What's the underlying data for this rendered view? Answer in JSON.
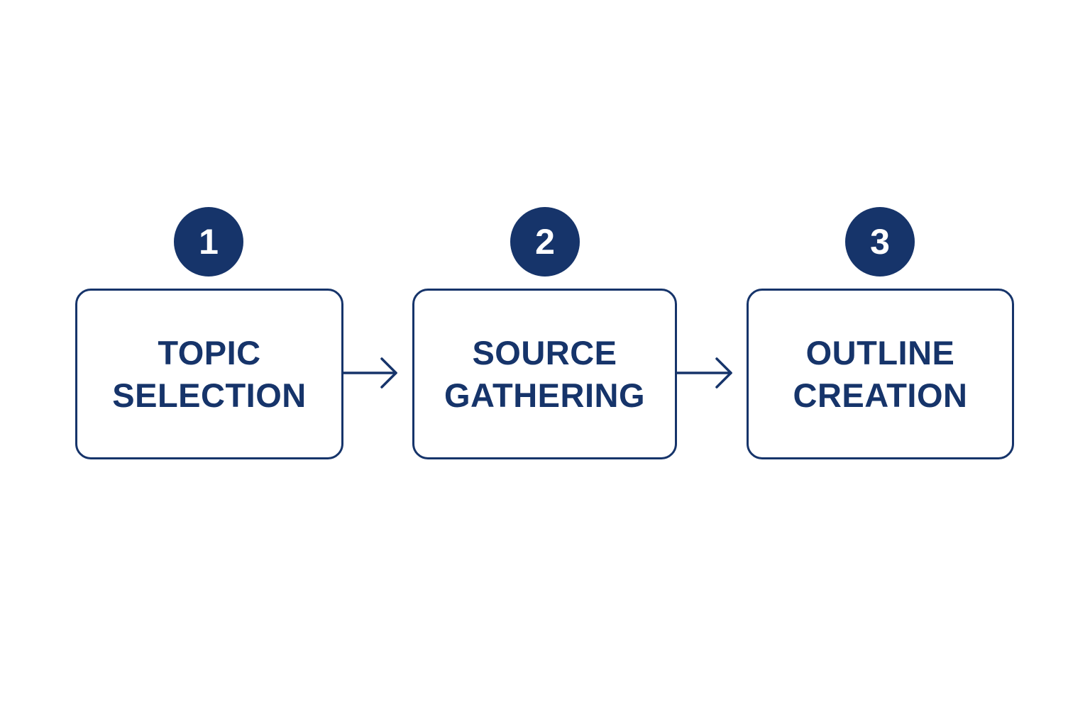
{
  "colors": {
    "primary": "#16346a",
    "background": "#ffffff"
  },
  "steps": [
    {
      "number": "1",
      "lines": [
        "TOPIC",
        "SELECTION"
      ]
    },
    {
      "number": "2",
      "lines": [
        "SOURCE",
        "GATHERING"
      ]
    },
    {
      "number": "3",
      "lines": [
        "OUTLINE",
        "CREATION"
      ]
    }
  ],
  "connectors": [
    {
      "from": "1",
      "to": "2",
      "icon": "arrow-right-icon"
    },
    {
      "from": "2",
      "to": "3",
      "icon": "arrow-right-icon"
    }
  ]
}
